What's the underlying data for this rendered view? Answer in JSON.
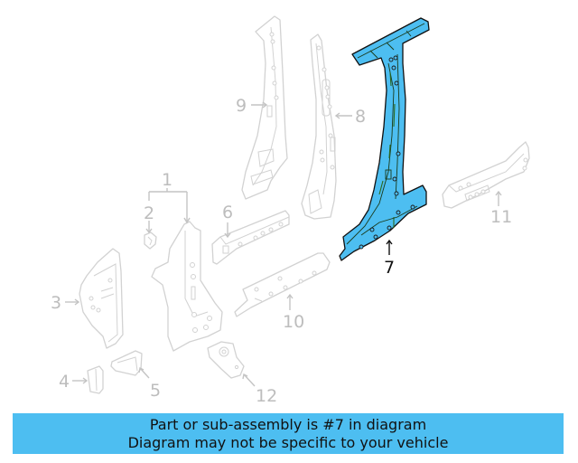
{
  "diagram": {
    "highlight_color": "#4dbef1",
    "outline_color": "#d2d2d2",
    "callouts": [
      {
        "num": "1",
        "label": "1"
      },
      {
        "num": "2",
        "label": "2"
      },
      {
        "num": "3",
        "label": "3"
      },
      {
        "num": "4",
        "label": "4"
      },
      {
        "num": "5",
        "label": "5"
      },
      {
        "num": "6",
        "label": "6"
      },
      {
        "num": "7",
        "label": "7",
        "highlighted": true
      },
      {
        "num": "8",
        "label": "8"
      },
      {
        "num": "9",
        "label": "9"
      },
      {
        "num": "10",
        "label": "10"
      },
      {
        "num": "11",
        "label": "11"
      },
      {
        "num": "12",
        "label": "12"
      }
    ]
  },
  "banner": {
    "line1": "Part or sub-assembly is #7 in diagram",
    "line2": "Diagram may not be specific to your vehicle",
    "background": "#4dbef1"
  }
}
